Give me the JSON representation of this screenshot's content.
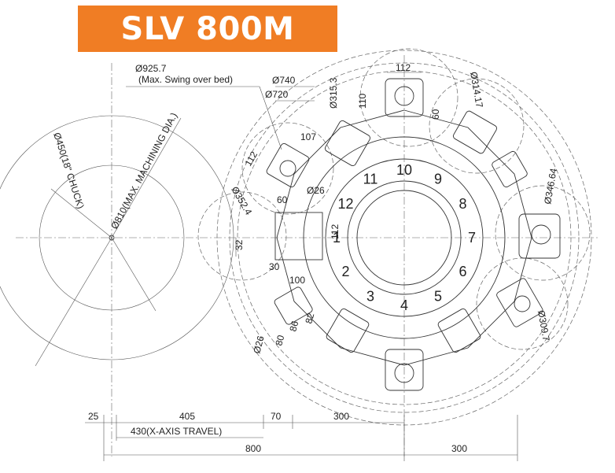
{
  "title": "SLV 800M",
  "dimensions": {
    "swing": "Ø925.7",
    "swing_note": "(Max. Swing over bed)",
    "d740": "Ø740",
    "d720": "Ø720",
    "d315": "Ø315.3",
    "d314": "Ø314.17",
    "d112_top": "112",
    "d110": "110",
    "d60_top": "60",
    "d107": "107",
    "d112_left": "112",
    "d26_left": "Ø26",
    "d60_left": "60",
    "d352": "Ø352.4",
    "d32": "32",
    "d112_mid": "112",
    "d30": "30",
    "d100": "100",
    "d346": "Ø346.64",
    "d309": "Ø309.7",
    "d26_bot": "Ø26",
    "d80": "80",
    "d86": "86",
    "d82": "82",
    "chuck": "Ø450(18\" CHUCK)",
    "machining": "Ø810(MAX. MACHINING DIA.)",
    "b25": "25",
    "b405": "405",
    "b70": "70",
    "b300a": "300",
    "b430": "430(X-AXIS TRAVEL)",
    "b800": "800",
    "b300b": "300"
  },
  "turret_numbers": [
    "1",
    "2",
    "3",
    "4",
    "5",
    "6",
    "7",
    "8",
    "9",
    "10",
    "11",
    "12"
  ]
}
